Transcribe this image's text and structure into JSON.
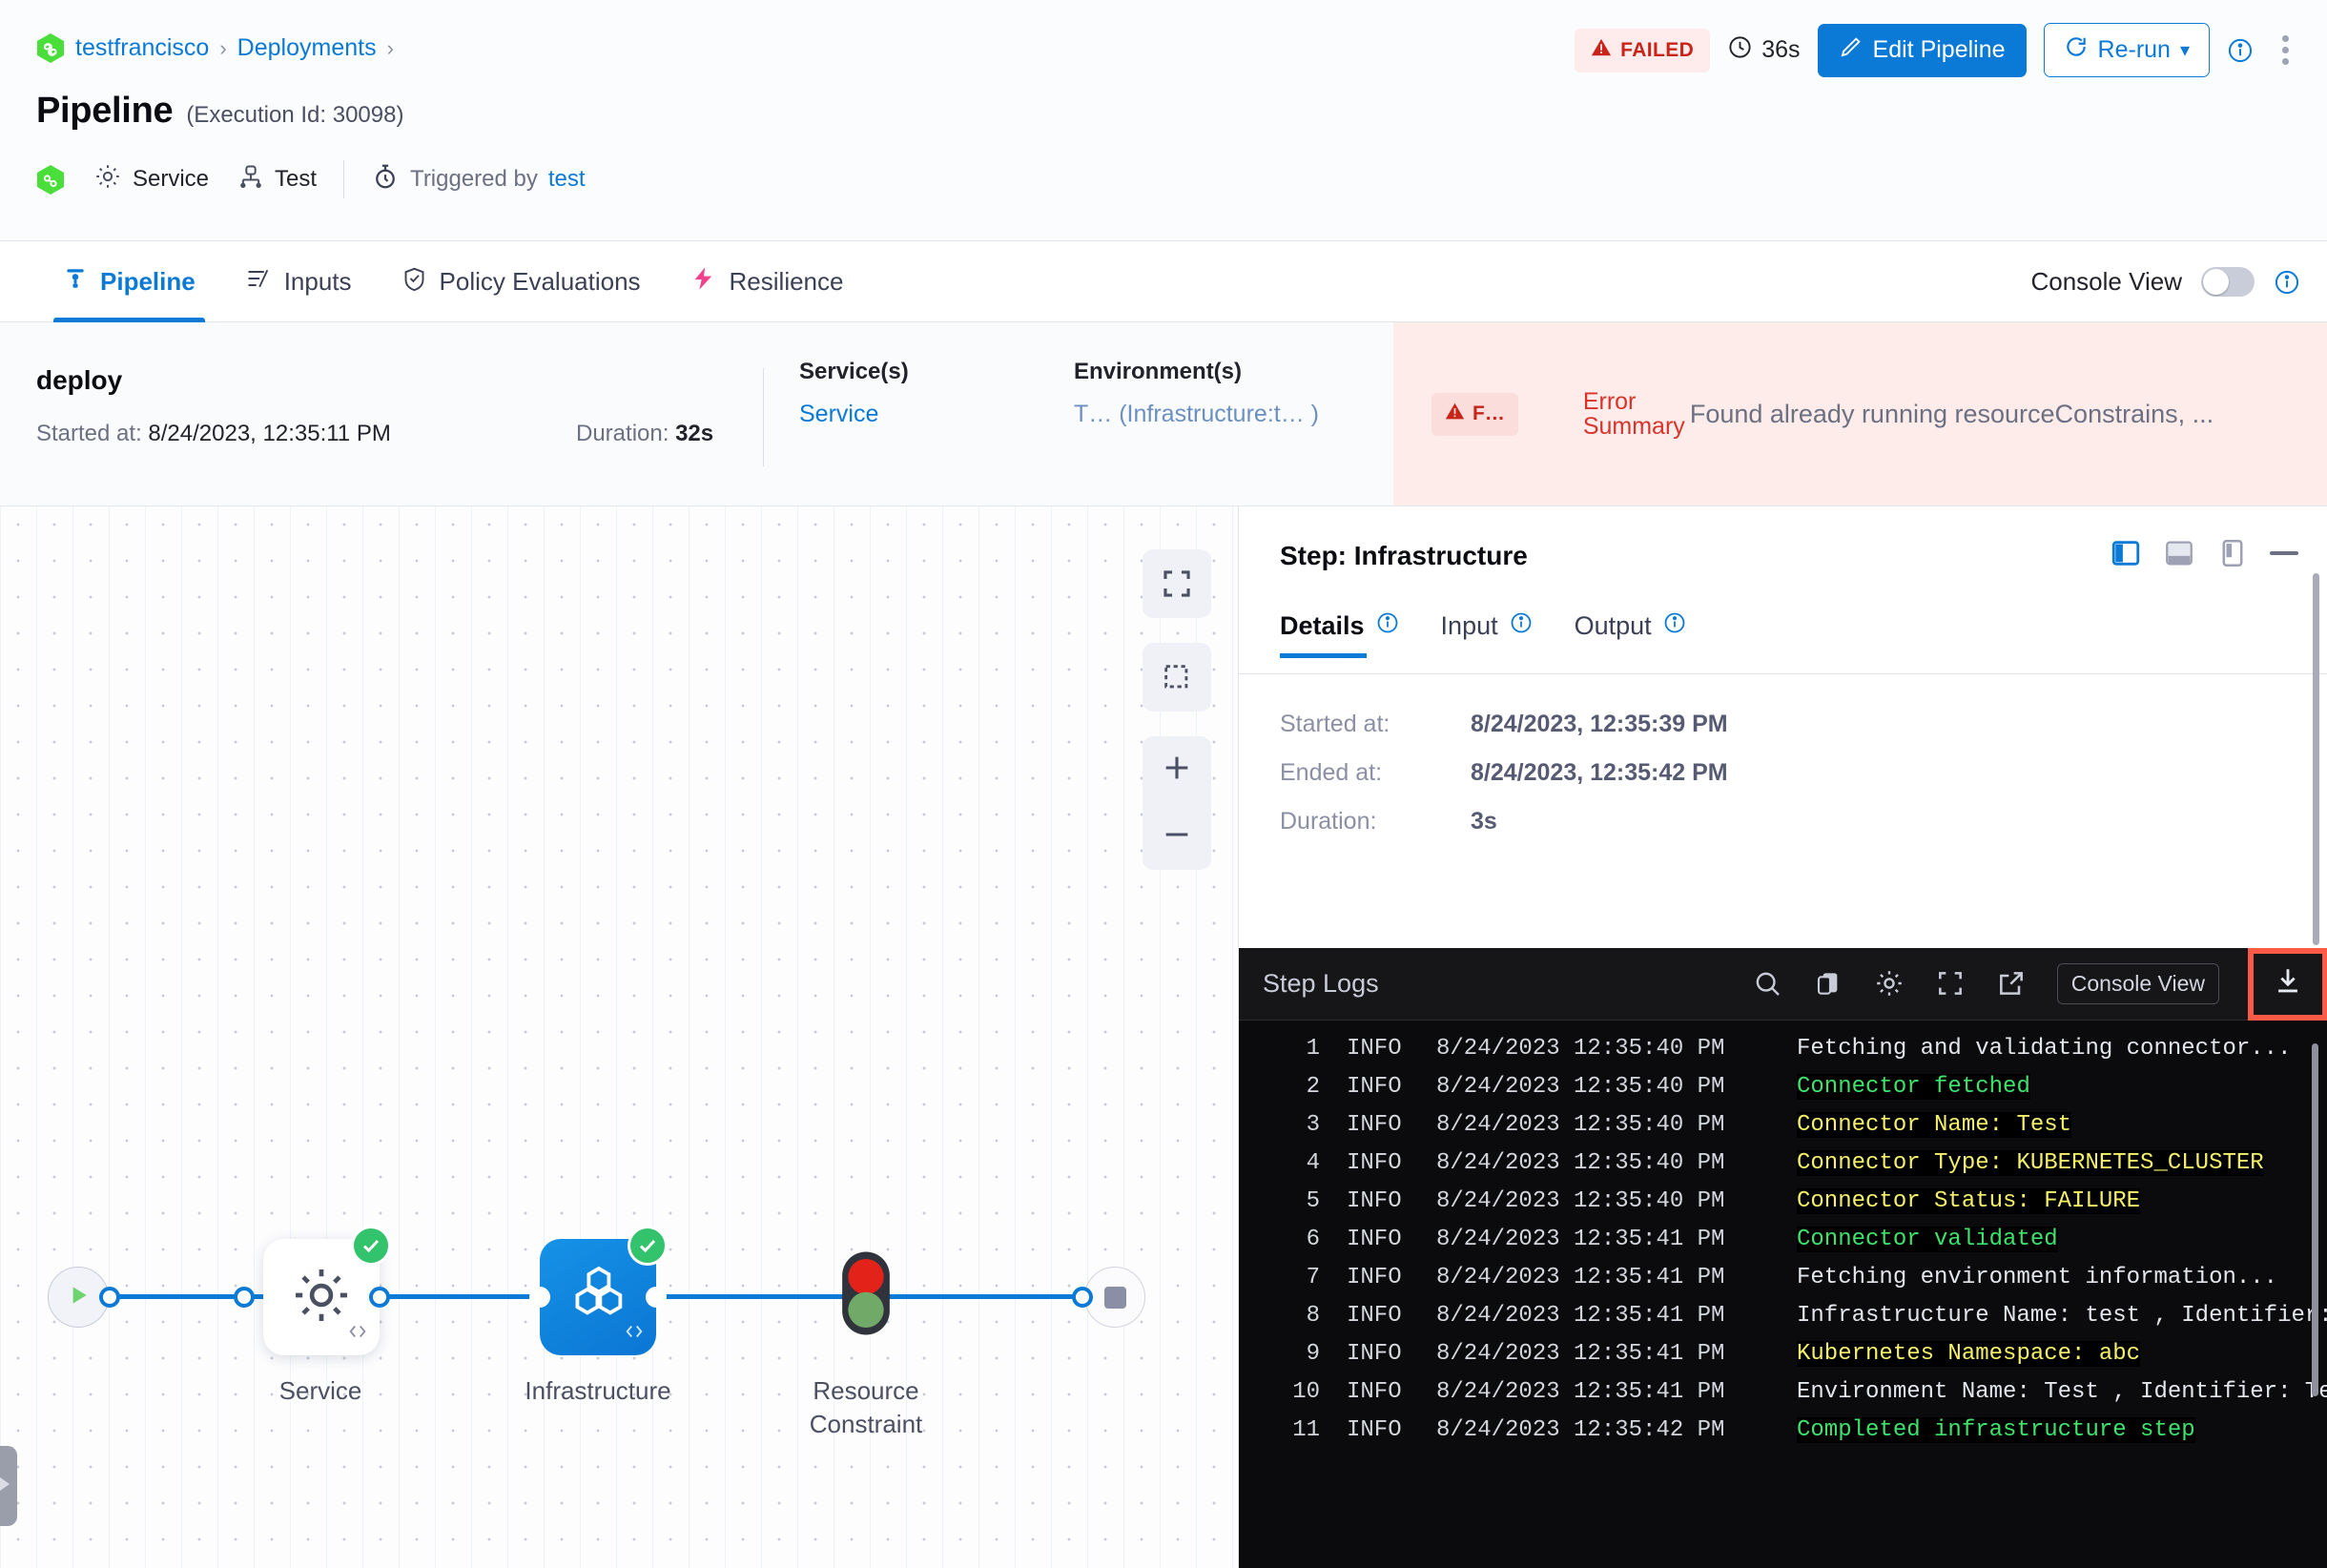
{
  "header": {
    "breadcrumb": [
      {
        "label": "testfrancisco",
        "icon": "harness-logo-icon"
      },
      {
        "label": "Deployments"
      }
    ],
    "breadcrumb_separator": "›",
    "title": "Pipeline",
    "execution_id_text": "(Execution Id: 30098)",
    "meta": {
      "service_label": "Service",
      "service_icon": "gear-icon",
      "test_label": "Test",
      "test_icon": "infrastructure-icon",
      "triggered_by_prefix": "Triggered by",
      "triggered_by_user": "test",
      "trigger_icon": "stopwatch-icon"
    },
    "actions": {
      "status": "FAILED",
      "status_icon": "warning-triangle-icon",
      "duration": "36s",
      "duration_icon": "clock-icon",
      "edit_pipeline": "Edit Pipeline",
      "edit_icon": "pencil-icon",
      "rerun": "Re-run",
      "rerun_icon": "refresh-icon",
      "rerun_caret": "▾",
      "info_icon": "info-circle-icon",
      "more_icon": "kebab-menu-icon"
    },
    "colors": {
      "accent": "#0b7ad6",
      "danger": "#c8241a",
      "success": "#32c36c"
    }
  },
  "tabs": {
    "items": [
      {
        "label": "Pipeline",
        "icon": "pipeline-icon",
        "active": true
      },
      {
        "label": "Inputs",
        "icon": "inputs-icon",
        "active": false
      },
      {
        "label": "Policy Evaluations",
        "icon": "shield-check-icon",
        "active": false
      },
      {
        "label": "Resilience",
        "icon": "resilience-icon",
        "active": false
      }
    ],
    "console_view_label": "Console View",
    "console_view_on": false,
    "info_icon": "info-circle-icon"
  },
  "stage": {
    "name": "deploy",
    "started_label": "Started at:",
    "started_value": "8/24/2023, 12:35:11 PM",
    "duration_label": "Duration:",
    "duration_value": "32s",
    "services_label": "Service(s)",
    "services_value": "Service",
    "environments_label": "Environment(s)",
    "environments_value": "T… (Infrastructure:t… )"
  },
  "error_summary": {
    "badge": "F…",
    "badge_icon": "warning-triangle-icon",
    "label_line1": "Error",
    "label_line2": "Summary",
    "text": "Found already running resourceConstrains, ..."
  },
  "canvas": {
    "nodes": [
      {
        "id": "start",
        "label": "",
        "icon": "play-icon",
        "status": ""
      },
      {
        "id": "service",
        "label": "Service",
        "icon": "gear-icon",
        "status": "success",
        "status_icon": "check-circle-icon",
        "code_icon": "code-brackets-icon"
      },
      {
        "id": "infrastructure",
        "label": "Infrastructure",
        "icon": "hexagons-icon",
        "status": "success",
        "status_icon": "check-circle-icon",
        "code_icon": "code-brackets-icon",
        "selected": true
      },
      {
        "id": "resource-constraint",
        "label": "Resource Constraint",
        "icon": "traffic-light-icon",
        "status": ""
      },
      {
        "id": "end",
        "label": "",
        "icon": "stop-square-icon",
        "status": ""
      }
    ],
    "tools": [
      {
        "name": "fit-to-screen-icon"
      },
      {
        "name": "select-area-icon"
      },
      {
        "name": "zoom-in-icon"
      },
      {
        "name": "zoom-out-icon"
      }
    ],
    "drawer_handle_icon": "chevron-right-icon"
  },
  "step_panel": {
    "title": "Step: Infrastructure",
    "layout_icons": [
      "panel-right-icon",
      "panel-bottom-icon",
      "panel-float-icon",
      "minimize-icon"
    ],
    "tabs": [
      {
        "label": "Details",
        "active": true,
        "icon": "info-circle-icon"
      },
      {
        "label": "Input",
        "active": false,
        "icon": "info-circle-icon"
      },
      {
        "label": "Output",
        "active": false,
        "icon": "info-circle-icon"
      }
    ],
    "details": [
      {
        "key": "Started at:",
        "value": "8/24/2023, 12:35:39 PM"
      },
      {
        "key": "Ended at:",
        "value": "8/24/2023, 12:35:42 PM"
      },
      {
        "key": "Duration:",
        "value": "3s"
      }
    ]
  },
  "logs": {
    "title": "Step Logs",
    "tools": [
      {
        "name": "search-icon"
      },
      {
        "name": "copy-icon"
      },
      {
        "name": "gear-icon"
      },
      {
        "name": "expand-icon"
      },
      {
        "name": "open-external-icon"
      }
    ],
    "console_view_button": "Console View",
    "download_icon": "download-icon",
    "download_highlighted": true,
    "highlight_color": "#fa5a46",
    "lines": [
      {
        "no": "1",
        "level": "INFO",
        "ts": "8/24/2023 12:35:40 PM",
        "msg": "Fetching and validating connector...",
        "color": "white"
      },
      {
        "no": "2",
        "level": "INFO",
        "ts": "8/24/2023 12:35:40 PM",
        "msg": "Connector fetched",
        "color": "green"
      },
      {
        "no": "3",
        "level": "INFO",
        "ts": "8/24/2023 12:35:40 PM",
        "msg": "Connector Name: Test",
        "color": "yellow"
      },
      {
        "no": "4",
        "level": "INFO",
        "ts": "8/24/2023 12:35:40 PM",
        "msg": "Connector Type: KUBERNETES_CLUSTER",
        "color": "yellow"
      },
      {
        "no": "5",
        "level": "INFO",
        "ts": "8/24/2023 12:35:40 PM",
        "msg": "Connector Status: FAILURE",
        "color": "yellow"
      },
      {
        "no": "6",
        "level": "INFO",
        "ts": "8/24/2023 12:35:41 PM",
        "msg": "Connector validated",
        "color": "green"
      },
      {
        "no": "7",
        "level": "INFO",
        "ts": "8/24/2023 12:35:41 PM",
        "msg": "Fetching environment information...",
        "color": "white"
      },
      {
        "no": "8",
        "level": "INFO",
        "ts": "8/24/2023 12:35:41 PM",
        "msg": "Infrastructure Name: test , Identifier:",
        "color": "white"
      },
      {
        "no": "9",
        "level": "INFO",
        "ts": "8/24/2023 12:35:41 PM",
        "msg": "Kubernetes Namespace: abc",
        "color": "yellow"
      },
      {
        "no": "10",
        "level": "INFO",
        "ts": "8/24/2023 12:35:41 PM",
        "msg": "Environment Name: Test , Identifier: Te",
        "color": "white"
      },
      {
        "no": "11",
        "level": "INFO",
        "ts": "8/24/2023 12:35:42 PM",
        "msg": "Completed infrastructure step",
        "color": "green"
      }
    ]
  }
}
